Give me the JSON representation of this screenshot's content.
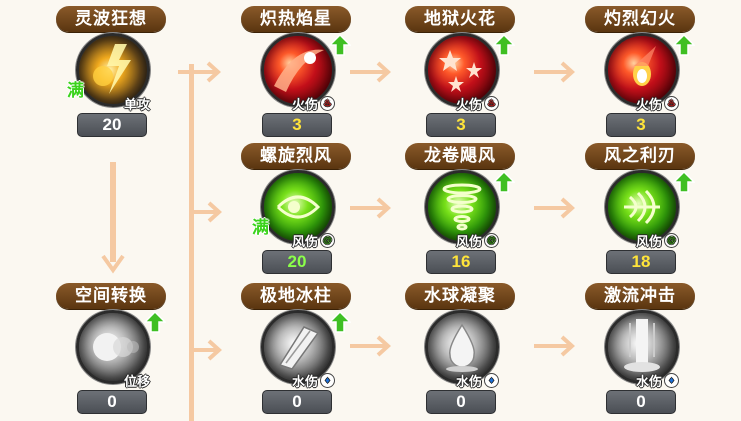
{
  "skills": {
    "s00": {
      "name": "灵波狂想",
      "type": "单攻",
      "value": "20",
      "full": "满"
    },
    "s01": {
      "name": "炽热焰星",
      "type": "火伤",
      "value": "3"
    },
    "s02": {
      "name": "地狱火花",
      "type": "火伤",
      "value": "3"
    },
    "s03": {
      "name": "灼烈幻火",
      "type": "火伤",
      "value": "3"
    },
    "s11": {
      "name": "螺旋烈风",
      "type": "风伤",
      "value": "20",
      "full": "满"
    },
    "s12": {
      "name": "龙卷飓风",
      "type": "风伤",
      "value": "16"
    },
    "s13": {
      "name": "风之利刃",
      "type": "风伤",
      "value": "18"
    },
    "s20": {
      "name": "空间转换",
      "type": "位移",
      "value": "0"
    },
    "s21": {
      "name": "极地冰柱",
      "type": "水伤",
      "value": "0"
    },
    "s22": {
      "name": "水球凝聚",
      "type": "水伤",
      "value": "0"
    },
    "s23": {
      "name": "激流冲击",
      "type": "水伤",
      "value": "0"
    }
  },
  "icons": {
    "fire": "fire-element-icon",
    "wind": "wind-element-icon",
    "water": "water-element-icon",
    "upgrade": "upgrade-arrow-icon"
  },
  "colors": {
    "label_bg": "#6b4216",
    "connector": "#f5c9a2",
    "upgrade": "#3fbf23",
    "value_gold": "#ffe43a",
    "value_green": "#8bff4a"
  }
}
